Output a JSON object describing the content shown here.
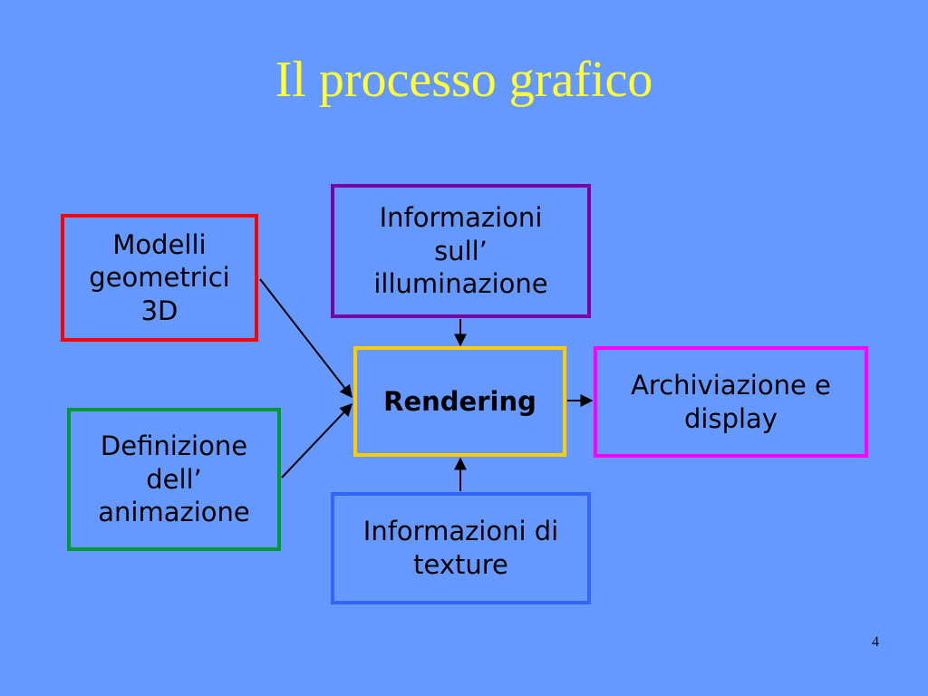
{
  "slide": {
    "title": "Il processo grafico",
    "page_number": "4"
  },
  "nodes": {
    "modelli": "Modelli\ngeometrici\n3D",
    "definizione": "Definizione\ndell’\nanimazione",
    "illuminazione": "Informazioni\nsull’\nilluminazione",
    "rendering": "Rendering",
    "texture": "Informazioni di\ntexture",
    "archiviazione": "Archiviazione e\ndisplay"
  },
  "colors": {
    "background": "#6699ff",
    "title": "#ffff33",
    "modelli_border": "#ff0000",
    "definizione_border": "#009933",
    "illuminazione_border": "#7a00a8",
    "rendering_border": "#ffcc00",
    "texture_border": "#3366ff",
    "archiviazione_border": "#ff00ff"
  },
  "edges": [
    {
      "from": "modelli",
      "to": "rendering"
    },
    {
      "from": "definizione",
      "to": "rendering"
    },
    {
      "from": "illuminazione",
      "to": "rendering"
    },
    {
      "from": "texture",
      "to": "rendering"
    },
    {
      "from": "rendering",
      "to": "archiviazione"
    }
  ]
}
